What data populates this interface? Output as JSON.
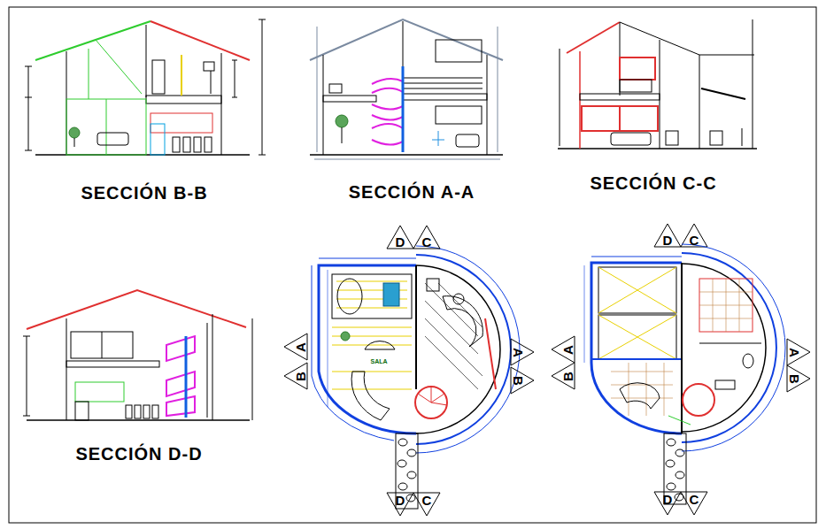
{
  "diagram": {
    "labels": [
      "SECCIÓN B-B",
      "SECCIÓN A-A",
      "SECCIÓN C-C",
      "D",
      "C",
      "A",
      "B",
      "A",
      "B",
      "SECCIÓN D-D",
      "SALA",
      "D",
      "C",
      "D",
      "C",
      "A",
      "B",
      "A",
      "B",
      "D",
      "C"
    ]
  }
}
